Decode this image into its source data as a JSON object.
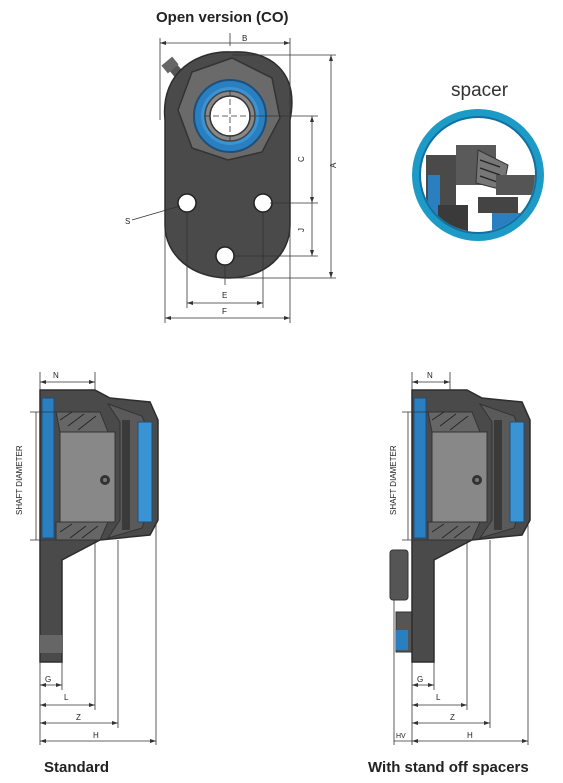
{
  "titles": {
    "open_version": "Open version (CO)",
    "spacer": "spacer",
    "standard": "Standard",
    "with_spacers": "With stand off spacers"
  },
  "dimensions": {
    "top": {
      "B": "B",
      "A": "A",
      "C": "C",
      "J": "J",
      "S": "S",
      "E": "E",
      "F": "F"
    },
    "left": {
      "N": "N",
      "shaft": "SHAFT DIAMETER",
      "G": "G",
      "L": "L",
      "Z": "Z",
      "H": "H"
    },
    "right": {
      "N": "N",
      "shaft": "SHAFT DIAMETER",
      "G": "G",
      "L": "L",
      "Z": "Z",
      "H": "H",
      "HV": "HV"
    }
  },
  "colors": {
    "metal": "#4a4a4a",
    "metal_light": "#6e6e6e",
    "blue": "#2a7fc0",
    "teal": "#1a9bc4",
    "line": "#333333"
  }
}
